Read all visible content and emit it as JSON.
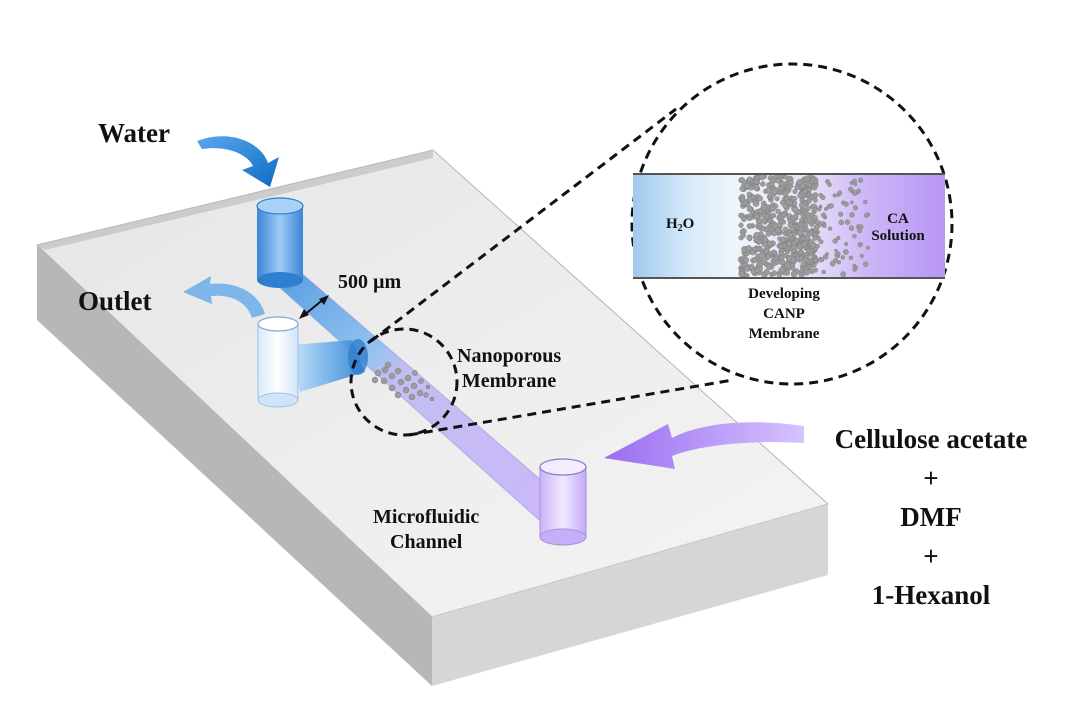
{
  "labels": {
    "water": "Water",
    "outlet": "Outlet",
    "channel_width": "500 µm",
    "nanoporous_line1": "Nanoporous",
    "nanoporous_line2": "Membrane",
    "microfluidic_line1": "Microfluidic",
    "microfluidic_line2": "Channel",
    "inlet_mix": [
      "Cellulose acetate",
      "+",
      "DMF",
      "+",
      "1-Hexanol"
    ]
  },
  "inset": {
    "left_label_main": "H",
    "left_label_sub": "2",
    "left_label_tail": "O",
    "right_label_line1": "CA",
    "right_label_line2": "Solution",
    "caption_lines": [
      "Developing",
      "CANP",
      "Membrane"
    ]
  },
  "colors": {
    "water_blue": "#2f7fd0",
    "ca_purple": "#9a6cf0",
    "chip_gray": "#c9c9c9",
    "particle_gray": "#9c9c9c"
  }
}
